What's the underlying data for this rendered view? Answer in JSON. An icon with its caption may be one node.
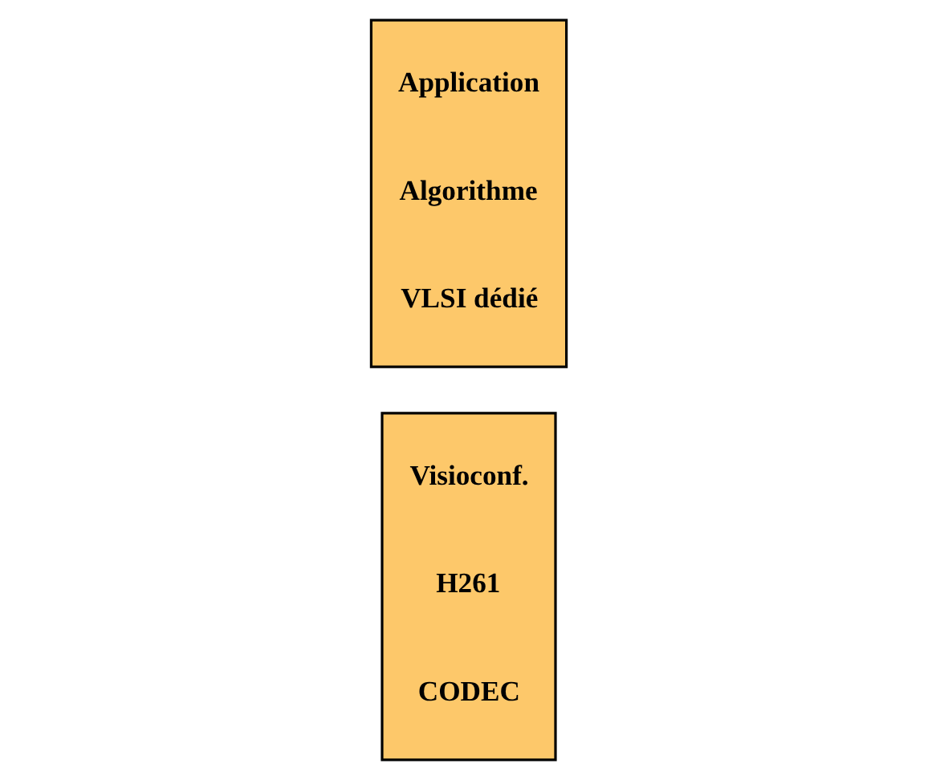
{
  "diagram": {
    "nodes": [
      {
        "text": [
          "Application",
          "Algorithme",
          "VLSI dédié"
        ]
      },
      {
        "text": [
          "Visioconf.",
          "H261",
          "CODEC"
        ]
      }
    ]
  }
}
